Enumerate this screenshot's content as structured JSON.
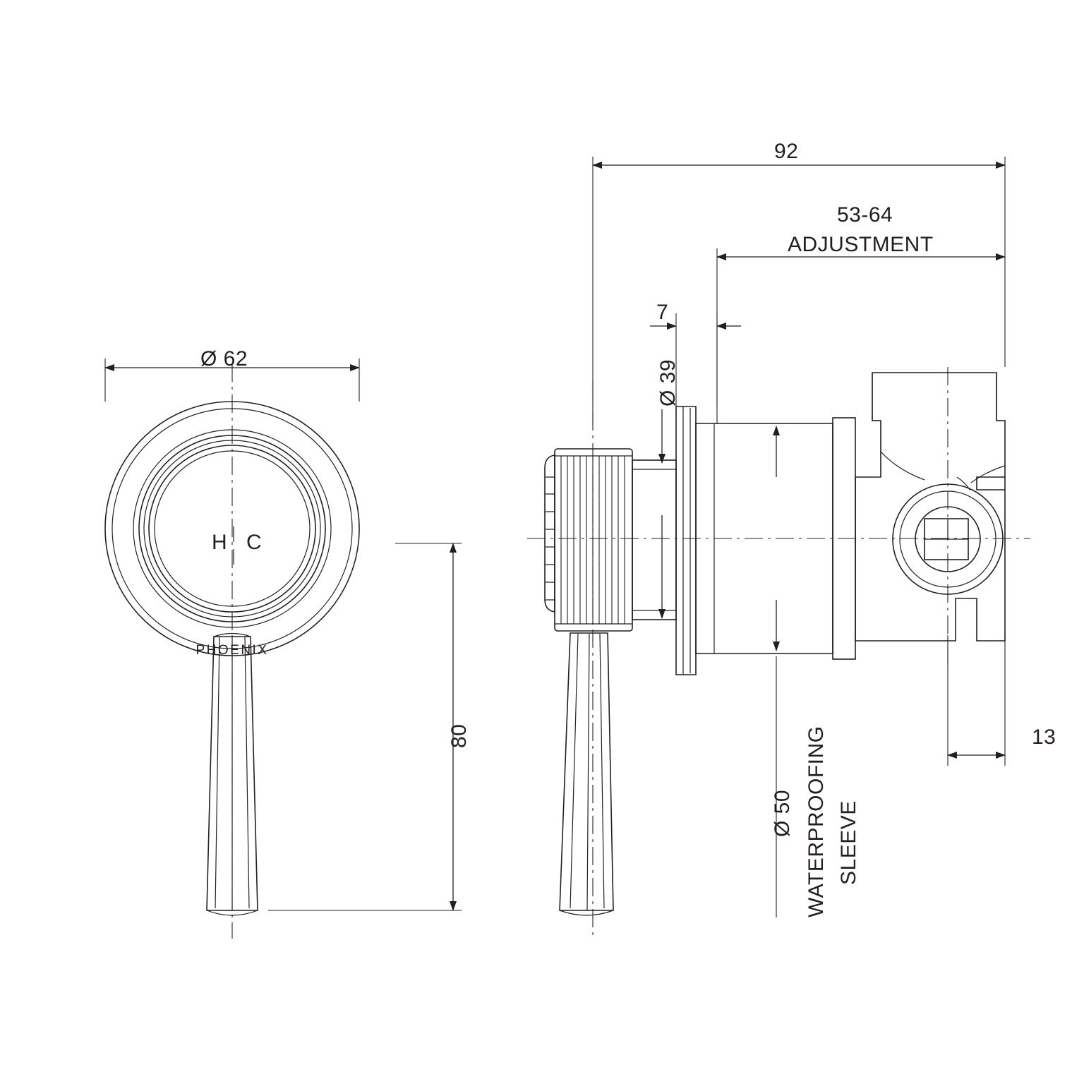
{
  "drawing": {
    "title": "Shower mixer technical drawing",
    "brand_text": "PHOENIX",
    "handle_marking": "H|C",
    "line_color": "#231f20",
    "background_color": "#ffffff"
  },
  "dimensions": {
    "face_diameter": "Ø 62",
    "handle_height": "80",
    "overall_depth": "92",
    "adjustment_value": "53-64",
    "adjustment_label": "ADJUSTMENT",
    "plate_thickness": "7",
    "spindle_diameter": "Ø 39",
    "sleeve_diameter": "Ø 50",
    "sleeve_label_line1": "WATERPROOFING",
    "sleeve_label_line2": "SLEEVE",
    "body_depth": "13"
  }
}
